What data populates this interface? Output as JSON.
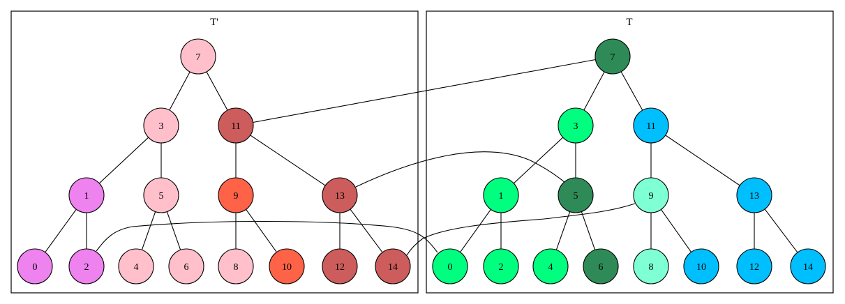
{
  "colors": {
    "pink": "#ffc0cb",
    "violet": "#ee82ee",
    "indianred": "#cd5c5c",
    "tomato": "#ff6347",
    "seagreen": "#2e8b57",
    "springgreen": "#00ff7f",
    "aquamarine": "#7fffd4",
    "deepskyblue": "#00bfff"
  },
  "clusters": [
    {
      "id": "tprime",
      "label": "T'"
    },
    {
      "id": "t",
      "label": "T"
    }
  ],
  "nodes": [
    {
      "id": "p7",
      "label": "7",
      "cluster": "tprime",
      "color": "pink"
    },
    {
      "id": "p3",
      "label": "3",
      "cluster": "tprime",
      "color": "pink"
    },
    {
      "id": "p11",
      "label": "11",
      "cluster": "tprime",
      "color": "indianred"
    },
    {
      "id": "p1",
      "label": "1",
      "cluster": "tprime",
      "color": "violet"
    },
    {
      "id": "p5",
      "label": "5",
      "cluster": "tprime",
      "color": "pink"
    },
    {
      "id": "p9",
      "label": "9",
      "cluster": "tprime",
      "color": "tomato"
    },
    {
      "id": "p13",
      "label": "13",
      "cluster": "tprime",
      "color": "indianred"
    },
    {
      "id": "p0",
      "label": "0",
      "cluster": "tprime",
      "color": "violet"
    },
    {
      "id": "p2",
      "label": "2",
      "cluster": "tprime",
      "color": "violet"
    },
    {
      "id": "p4",
      "label": "4",
      "cluster": "tprime",
      "color": "pink"
    },
    {
      "id": "p6",
      "label": "6",
      "cluster": "tprime",
      "color": "pink"
    },
    {
      "id": "p8",
      "label": "8",
      "cluster": "tprime",
      "color": "pink"
    },
    {
      "id": "p10",
      "label": "10",
      "cluster": "tprime",
      "color": "tomato"
    },
    {
      "id": "p12",
      "label": "12",
      "cluster": "tprime",
      "color": "indianred"
    },
    {
      "id": "p14",
      "label": "14",
      "cluster": "tprime",
      "color": "indianred"
    },
    {
      "id": "t7",
      "label": "7",
      "cluster": "t",
      "color": "seagreen"
    },
    {
      "id": "t3",
      "label": "3",
      "cluster": "t",
      "color": "springgreen"
    },
    {
      "id": "t11",
      "label": "11",
      "cluster": "t",
      "color": "deepskyblue"
    },
    {
      "id": "t1",
      "label": "1",
      "cluster": "t",
      "color": "springgreen"
    },
    {
      "id": "t5",
      "label": "5",
      "cluster": "t",
      "color": "seagreen"
    },
    {
      "id": "t9",
      "label": "9",
      "cluster": "t",
      "color": "aquamarine"
    },
    {
      "id": "t13",
      "label": "13",
      "cluster": "t",
      "color": "deepskyblue"
    },
    {
      "id": "t0",
      "label": "0",
      "cluster": "t",
      "color": "springgreen"
    },
    {
      "id": "t2",
      "label": "2",
      "cluster": "t",
      "color": "springgreen"
    },
    {
      "id": "t4",
      "label": "4",
      "cluster": "t",
      "color": "springgreen"
    },
    {
      "id": "t6",
      "label": "6",
      "cluster": "t",
      "color": "seagreen"
    },
    {
      "id": "t8",
      "label": "8",
      "cluster": "t",
      "color": "aquamarine"
    },
    {
      "id": "t10",
      "label": "10",
      "cluster": "t",
      "color": "deepskyblue"
    },
    {
      "id": "t12",
      "label": "12",
      "cluster": "t",
      "color": "deepskyblue"
    },
    {
      "id": "t14",
      "label": "14",
      "cluster": "t",
      "color": "deepskyblue"
    }
  ],
  "edges": [
    {
      "from": "p7",
      "to": "p3"
    },
    {
      "from": "p7",
      "to": "p11"
    },
    {
      "from": "p3",
      "to": "p1"
    },
    {
      "from": "p3",
      "to": "p5"
    },
    {
      "from": "p11",
      "to": "p9"
    },
    {
      "from": "p11",
      "to": "p13"
    },
    {
      "from": "p1",
      "to": "p0"
    },
    {
      "from": "p1",
      "to": "p2"
    },
    {
      "from": "p5",
      "to": "p4"
    },
    {
      "from": "p5",
      "to": "p6"
    },
    {
      "from": "p9",
      "to": "p8"
    },
    {
      "from": "p9",
      "to": "p10"
    },
    {
      "from": "p13",
      "to": "p12"
    },
    {
      "from": "p13",
      "to": "p14"
    },
    {
      "from": "t7",
      "to": "t3"
    },
    {
      "from": "t7",
      "to": "t11"
    },
    {
      "from": "t3",
      "to": "t1"
    },
    {
      "from": "t3",
      "to": "t5"
    },
    {
      "from": "t11",
      "to": "t9"
    },
    {
      "from": "t11",
      "to": "t13"
    },
    {
      "from": "t1",
      "to": "t0"
    },
    {
      "from": "t1",
      "to": "t2"
    },
    {
      "from": "t5",
      "to": "t4"
    },
    {
      "from": "t5",
      "to": "t6"
    },
    {
      "from": "t9",
      "to": "t8"
    },
    {
      "from": "t9",
      "to": "t10"
    },
    {
      "from": "t13",
      "to": "t12"
    },
    {
      "from": "t13",
      "to": "t14"
    },
    {
      "from": "t7",
      "to": "p11"
    },
    {
      "from": "p13",
      "to": "t5"
    },
    {
      "from": "p2",
      "to": "t0"
    },
    {
      "from": "t9",
      "to": "p14"
    }
  ]
}
